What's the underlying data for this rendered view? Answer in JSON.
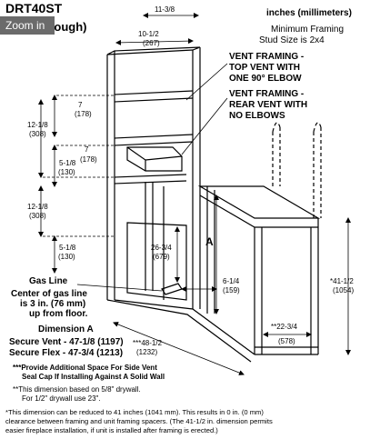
{
  "header": {
    "model": "DRT40ST",
    "title_suffix": "(rough)",
    "units_note": "inches (millimeters)",
    "framing_note_1": "Minimum Framing",
    "framing_note_2": "Stud Size is 2x4"
  },
  "tooltip": {
    "zoom_in": "Zoom in"
  },
  "callouts": {
    "top_vent_1": "VENT FRAMING -",
    "top_vent_2": "TOP VENT WITH",
    "top_vent_3": "ONE 90° ELBOW",
    "rear_vent_1": "VENT FRAMING -",
    "rear_vent_2": "REAR VENT WITH",
    "rear_vent_3": "NO ELBOWS",
    "gas_line": "Gas Line",
    "gas_center_1": "Center of gas line",
    "gas_center_2": "is 3 in. (76 mm)",
    "gas_center_3": "up from floor.",
    "label_a": "A"
  },
  "dimensions": {
    "d_11_3_8": "11-3/8",
    "d_10_1_2": "10-1/2",
    "d_10_1_2_mm": "(267)",
    "d_7a": "7",
    "d_7a_mm": "(178)",
    "d_12_1_8a": "12-1/8",
    "d_12_1_8a_mm": "(308)",
    "d_5_1_8a": "5-1/8",
    "d_5_1_8a_mm": "(130)",
    "d_7b": "7",
    "d_7b_mm": "(178)",
    "d_12_1_8b": "12-1/8",
    "d_12_1_8b_mm": "(308)",
    "d_5_1_8b": "5-1/8",
    "d_5_1_8b_mm": "(130)",
    "d_26_3_4": "26-3/4",
    "d_26_3_4_mm": "(679)",
    "d_6_1_4": "6-1/4",
    "d_6_1_4_mm": "(159)",
    "d_48_1_2": "***48-1/2",
    "d_48_1_2_mm": "(1232)",
    "d_41_1_2": "*41-1/2",
    "d_41_1_2_mm": "(1054)",
    "d_22_3_4": "**22-3/4",
    "d_22_3_4_mm": "(578)"
  },
  "dimension_a": {
    "title": "Dimension A",
    "secure_vent": "Secure Vent - 47-1/8 (1197)",
    "secure_flex": "Secure Flex - 47-3/4 (1213)"
  },
  "notes": {
    "n1_line1": "***Provide Additional Space For Side Vent",
    "n1_line2": "Seal Cap If Installing Against A Solid Wall",
    "n2_line1": "**This dimension based on 5/8\" drywall.",
    "n2_line2": "For 1/2\" drywall use 23\".",
    "n3_line1": "*This dimension can be reduced to 41 inches (1041 mm). This results in 0 in. (0 mm)",
    "n3_line2": "clearance between framing and unit framing spacers. (The 41-1/2 in. dimension permits",
    "n3_line3": "easier fireplace installation, if unit is installed after framing is erected.)"
  }
}
